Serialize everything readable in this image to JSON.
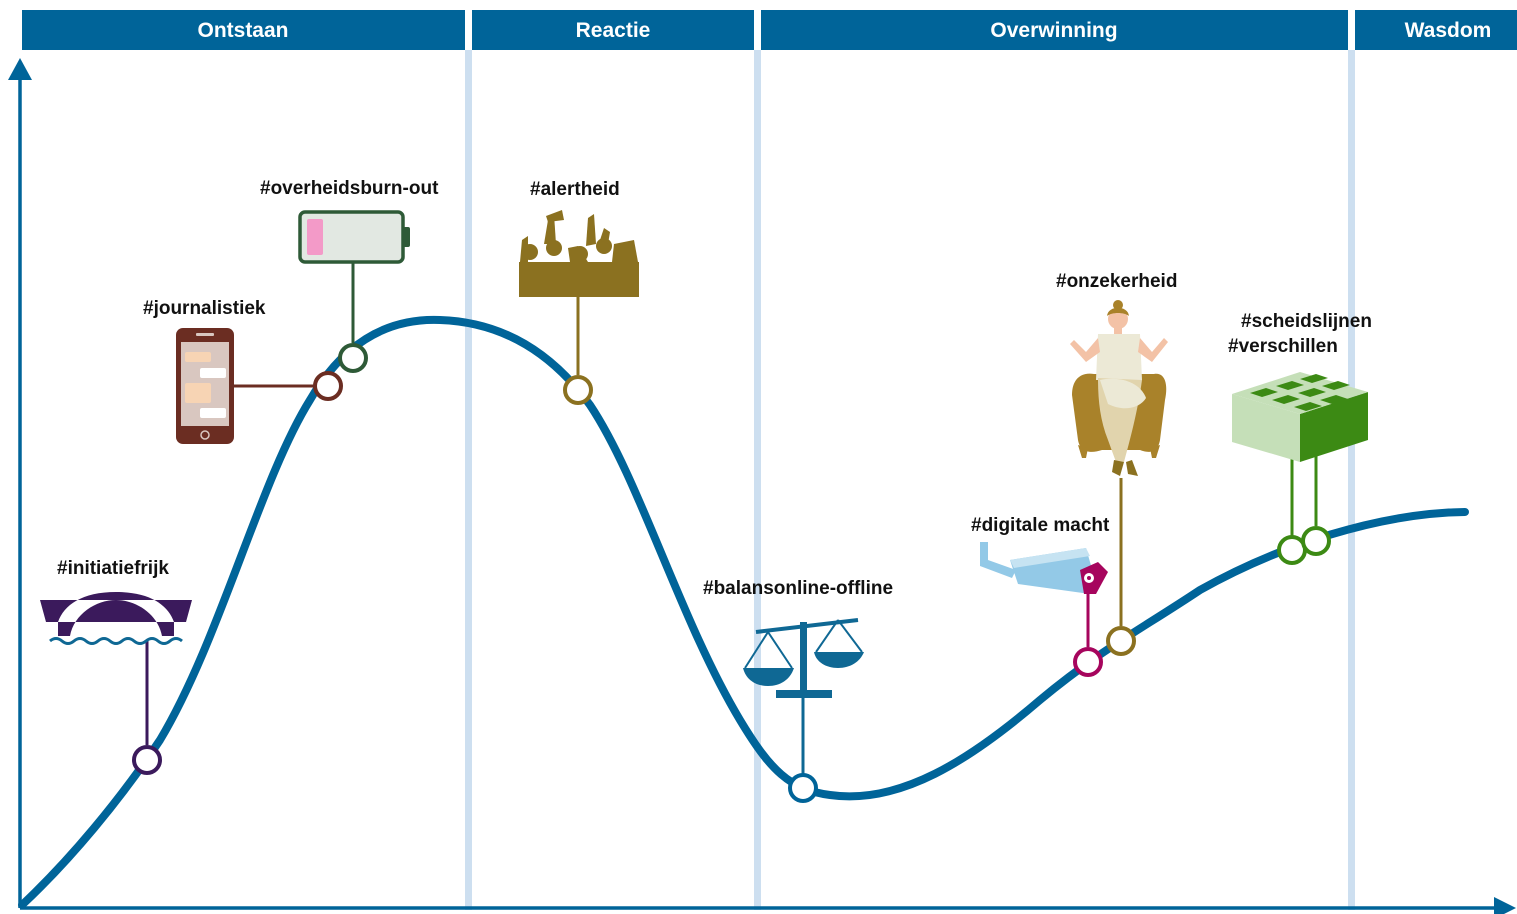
{
  "colors": {
    "primary_blue": "#006499",
    "divider_light": "#cddff0",
    "white": "#ffffff",
    "text": "#111111",
    "purple": "#3b1a5c",
    "brown": "#6b2d22",
    "dark_green": "#2e5a37",
    "ochre": "#8b7120",
    "teal_blue": "#0f6894",
    "magenta": "#a6055d",
    "grass_green": "#3c8a14",
    "gold_chair": "#a9822a",
    "light_green": "#c5dfb8",
    "pink": "#f39ac8",
    "sky_blue": "#93c9e7"
  },
  "phases": [
    {
      "label": "Ontstaan"
    },
    {
      "label": "Reactie"
    },
    {
      "label": "Overwinning"
    },
    {
      "label": "Wasdom"
    }
  ],
  "tags": [
    {
      "label": "#initiatiefrijk",
      "icon": "bridge-icon",
      "color": "purple"
    },
    {
      "label": "#journalistiek",
      "icon": "smartphone-icon",
      "color": "brown"
    },
    {
      "label": "#overheidsburn-out",
      "icon": "low-battery-icon",
      "color": "dark_green"
    },
    {
      "label": "#alertheid",
      "icon": "protest-crowd-icon",
      "color": "ochre"
    },
    {
      "label": "#balansonline-offline",
      "icon": "scales-icon",
      "color": "teal_blue"
    },
    {
      "label": "#digitale macht",
      "icon": "surveillance-camera-icon",
      "color": "magenta"
    },
    {
      "label": "#onzekerheid",
      "icon": "shrugging-woman-in-chair-icon",
      "color": "ochre"
    },
    {
      "label": "#scheidslijnen",
      "icon": "grid-block-icon",
      "color": "grass_green"
    },
    {
      "label": "#verschillen",
      "icon": "grid-block-icon",
      "color": "grass_green"
    }
  ]
}
